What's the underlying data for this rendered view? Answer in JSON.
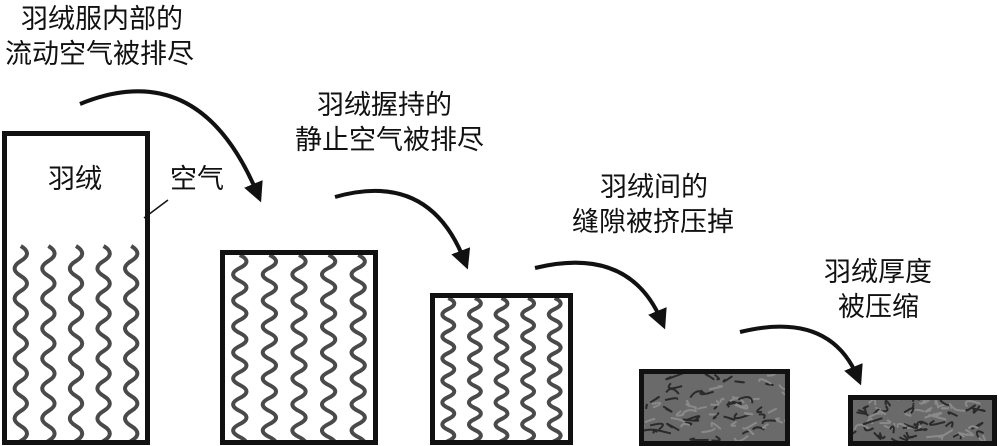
{
  "stages": [
    {
      "id": "stage-1",
      "caption": [
        "羽绒服内部的",
        "流动空气被排尽"
      ],
      "box_label": "羽绒",
      "air_label": "空气",
      "fill": "spiral-loose"
    },
    {
      "id": "stage-2",
      "caption": [
        "羽绒握持的",
        "静止空气被排尽"
      ],
      "fill": "spiral-medium"
    },
    {
      "id": "stage-3",
      "caption": [
        "羽绒间的",
        "缝隙被挤压掉"
      ],
      "fill": "spiral-dense"
    },
    {
      "id": "stage-4",
      "caption": [
        "羽绒厚度",
        "被压缩"
      ],
      "fill": "compressed"
    },
    {
      "id": "stage-5",
      "fill": "compressed"
    }
  ],
  "colors": {
    "stroke": "#111111",
    "compressed_fill": "#6a6a6a",
    "spiral": "#4a4a4a"
  }
}
